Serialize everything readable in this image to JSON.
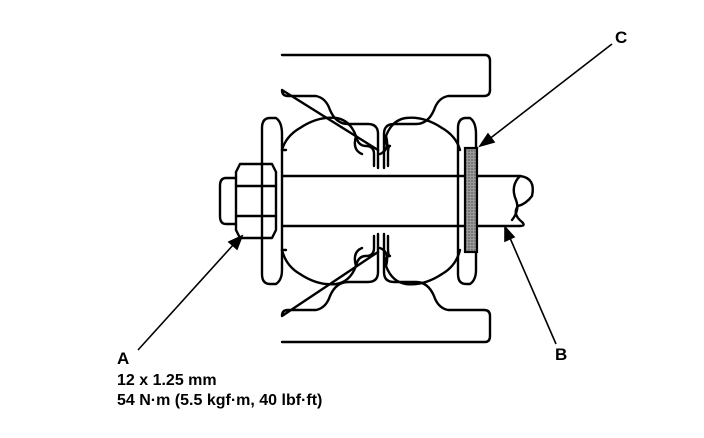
{
  "callouts": {
    "a": "A",
    "b": "B",
    "c": "C"
  },
  "spec": {
    "size": "12 x 1.25 mm",
    "torque": "54 N·m (5.5 kgf·m, 40 lbf·ft)"
  },
  "colors": {
    "line": "#000000",
    "background": "#ffffff",
    "washer_fill": "#9a9a9a"
  }
}
